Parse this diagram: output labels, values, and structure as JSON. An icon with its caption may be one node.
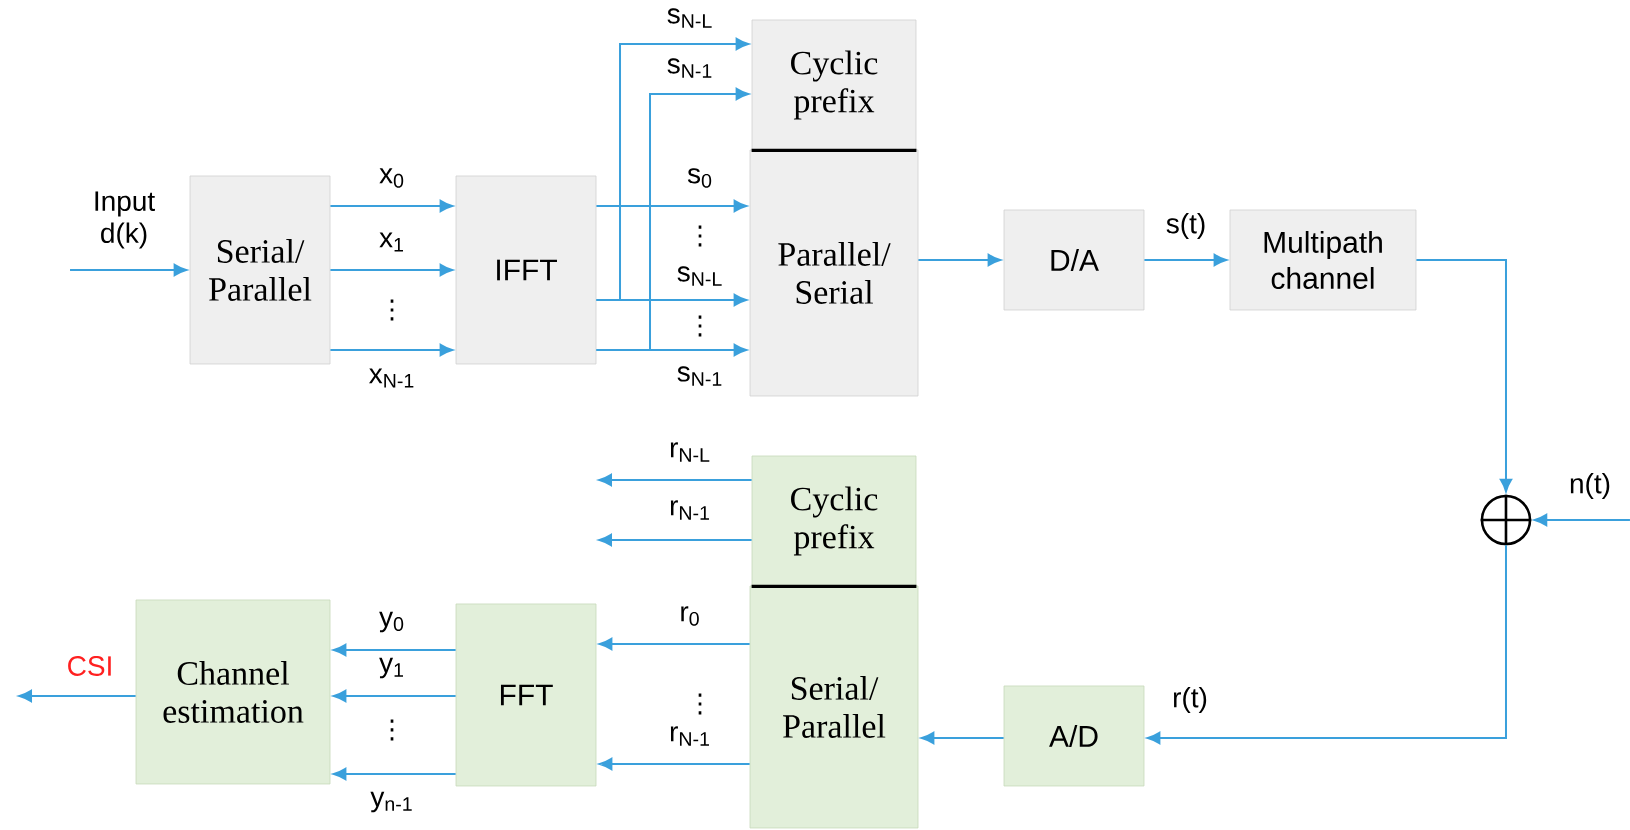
{
  "diagram": {
    "nodes": [
      {
        "text": [
          "Serial/ Parallel"
        ]
      },
      {
        "text": [
          "IFFT"
        ]
      },
      {
        "text": [
          "Cyclic prefix"
        ]
      },
      {
        "text": [
          "Parallel/ Serial"
        ]
      },
      {
        "text": [
          "D/A"
        ]
      },
      {
        "text": [
          "Multipath channel"
        ]
      },
      {
        "text": [],
        "shape": "circle"
      },
      {
        "text": [
          "A/D"
        ]
      },
      {
        "text": [
          "Cyclic prefix"
        ]
      },
      {
        "text": [
          "Serial/ Parallel"
        ]
      },
      {
        "text": [
          "FFT"
        ]
      },
      {
        "text": [
          "Channel estimation"
        ]
      }
    ],
    "edges": [
      {
        "from": null,
        "to": 0,
        "arrow": "to",
        "label": "Input d(k)"
      },
      {
        "from": 0,
        "to": 1,
        "arrow": "to",
        "label": "x$_{0}$"
      },
      {
        "from": 0,
        "to": 1,
        "arrow": "to",
        "label": "x$_{1}$"
      },
      {
        "from": 0,
        "to": 1,
        "arrow": "to",
        "label": "x$_{N-1}$"
      },
      {
        "from": 1,
        "to": 3,
        "arrow": "to",
        "label": "s$_{0}$"
      },
      {
        "from": 1,
        "to": 3,
        "arrow": "to",
        "label": "s$_{N-L}$"
      },
      {
        "from": 1,
        "to": 3,
        "arrow": "to",
        "label": "s$_{N-1}$"
      },
      {
        "from": 1,
        "to": 2,
        "arrow": "to",
        "label": "s$_{N-L}$"
      },
      {
        "from": 1,
        "to": 2,
        "arrow": "to",
        "label": "s$_{N-1}$"
      },
      {
        "from": 3,
        "to": 4,
        "arrow": "to"
      },
      {
        "from": 4,
        "to": 5,
        "arrow": "to",
        "label": "s(t)"
      },
      {
        "from": 5,
        "to": 6,
        "arrow": "to"
      },
      {
        "from": null,
        "to": 6,
        "arrow": "to",
        "label": "n(t)"
      },
      {
        "from": 6,
        "to": 7,
        "arrow": "to",
        "label": "r(t)"
      },
      {
        "from": 7,
        "to": 9,
        "arrow": "to"
      },
      {
        "from": 8,
        "to": null,
        "arrow": "to",
        "label": "r$_{N-L}$"
      },
      {
        "from": 8,
        "to": null,
        "arrow": "to",
        "label": "r$_{N-1}$"
      },
      {
        "from": 9,
        "to": 10,
        "arrow": "to",
        "label": "r$_{0}$"
      },
      {
        "from": 9,
        "to": 10,
        "arrow": "to",
        "label": "r$_{N-1}$"
      },
      {
        "from": 10,
        "to": 11,
        "arrow": "to",
        "label": "y$_{0}$"
      },
      {
        "from": 10,
        "to": 11,
        "arrow": "to",
        "label": "y$_{1}$"
      },
      {
        "from": 10,
        "to": 11,
        "arrow": "to",
        "label": "y$_{n-1}$"
      },
      {
        "from": 11,
        "to": null,
        "arrow": "to",
        "label": "CSI"
      }
    ],
    "labels": [
      "⋮",
      "⋮",
      "⋮",
      "⋮",
      "⋮"
    ]
  }
}
